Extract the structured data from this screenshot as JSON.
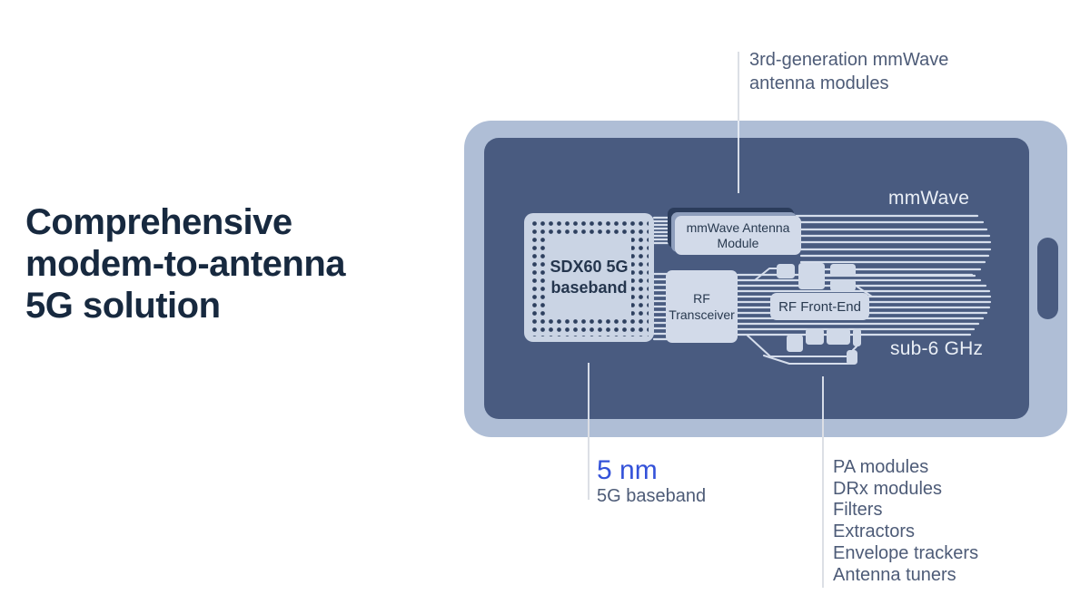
{
  "headline": {
    "lines": [
      "Comprehensive",
      "modem-to-antenna",
      "5G solution"
    ]
  },
  "callouts": {
    "top": {
      "lines": [
        "3rd-generation mmWave",
        "antenna modules"
      ]
    },
    "bottom_left": {
      "value": "5 nm",
      "label": "5G baseband"
    },
    "bottom_right": {
      "items": [
        "PA modules",
        "DRx modules",
        "Filters",
        "Extractors",
        "Envelope trackers",
        "Antenna tuners"
      ]
    }
  },
  "diagram": {
    "baseband_chip": "SDX60 5G baseband",
    "antenna_module": "mmWave Antenna Module",
    "rf_transceiver": "RF Transceiver",
    "rf_front_end": "RF Front-End",
    "mmwave_label": "mmWave",
    "sub6_label": "sub-6 GHz"
  },
  "colors": {
    "accent_blue": "#3452D9",
    "heading_navy": "#17293F",
    "body_text": "#4D5B77",
    "phone_bezel": "#AFBED6",
    "phone_screen": "#495B80",
    "module_fill": "#D2DAE9",
    "wire": "#D6DEEC"
  }
}
